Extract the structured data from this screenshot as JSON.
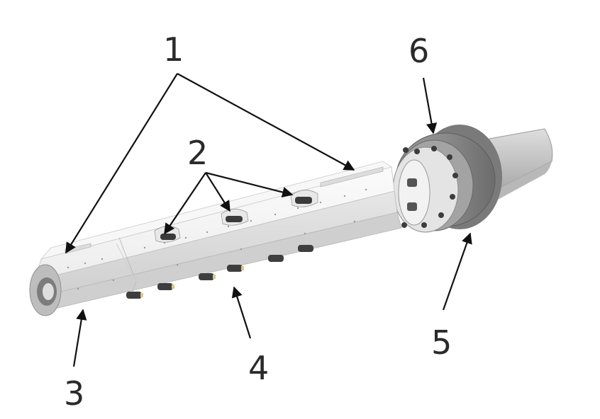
{
  "labels": {
    "l1": "1",
    "l2": "2",
    "l3": "3",
    "l4": "4",
    "l5": "5",
    "l6": "6"
  },
  "colors": {
    "body_light": "#f4f4f4",
    "body_shade": "#d9d9d9",
    "flange": "#8c8c8c",
    "flange_dark": "#6e6e6e",
    "taper": "#c9c9c9",
    "line": "#111111"
  }
}
